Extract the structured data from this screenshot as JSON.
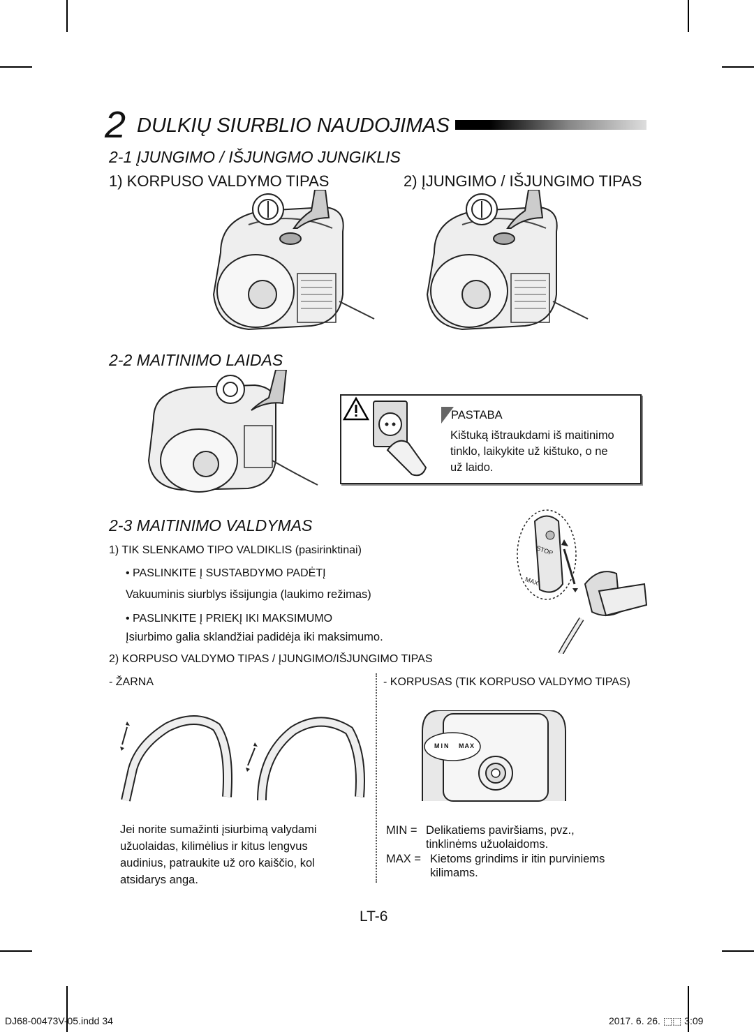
{
  "header": {
    "number": "2",
    "title": "DULKIŲ SIURBLIO NAUDOJIMAS"
  },
  "section1": {
    "heading": "2-1 ĮJUNGIMO / IŠJUNGMO JUNGIKLIS",
    "left_label": "1) KORPUSO VALDYMO TIPAS",
    "right_label": "2) ĮJUNGIMO / IŠJUNGIMO TIPAS"
  },
  "section2": {
    "heading": "2-2 MAITINIMO LAIDAS",
    "note_title": "PASTABA",
    "note_lines": [
      "Kištuką ištraukdami iš maitinimo",
      "tinklo, laikykite už kištuko, o ne",
      "už laido."
    ]
  },
  "section3": {
    "heading": "2-3 MAITINIMO VALDYMAS",
    "item1": "1) TIK SLENKAMO TIPO VALDIKLIS (pasirinktinai)",
    "bullet1": "• PASLINKITE Į SUSTABDYMO PADĖTĮ",
    "bullet1_text": "Vakuuminis siurblys išsijungia (laukimo režimas)",
    "bullet2": "• PASLINKITE Į PRIEKĮ IKI MAKSIMUMO",
    "bullet2_text": "Įsiurbimo galia sklandžiai padidėja iki maksimumo.",
    "item2": "2) KORPUSO VALDYMO TIPAS / ĮJUNGIMO/IŠJUNGIMO TIPAS",
    "left_col_label": "- ŽARNA",
    "right_col_label": "- KORPUSAS (TIK KORPUSO VALDYMO TIPAS)",
    "handle_labels": {
      "stop": "STOP",
      "max": "MAX"
    },
    "dial_labels": {
      "min": "MIN",
      "max": "MAX"
    },
    "hose_text": [
      "Jei norite sumažinti įsiurbimą valydami",
      "užuolaidas, kilimėlius ir kitus lengvus",
      "audinius, patraukite už oro kaiščio, kol",
      "atsidarys anga."
    ],
    "min_key": "MIN =",
    "min_desc_1": "Delikatiems paviršiams, pvz.,",
    "min_desc_2": "tinklinėms užuolaidoms.",
    "max_key": "MAX =",
    "max_desc_1": "Kietoms grindims ir itin purviniems",
    "max_desc_2": "kilimams."
  },
  "page_number": "LT-6",
  "footer": {
    "file": "DJ68-00473V-05.indd   34",
    "date": "2017. 6. 26.   ⬚⬚ 3:09"
  }
}
